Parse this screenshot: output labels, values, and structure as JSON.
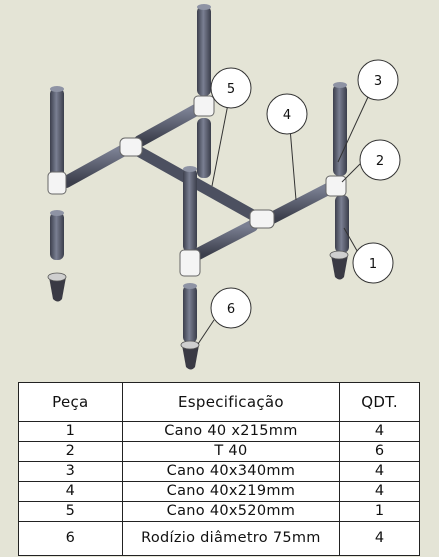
{
  "callouts": [
    "1",
    "2",
    "3",
    "4",
    "5",
    "6"
  ],
  "table": {
    "headers": [
      "Peça",
      "Especificação",
      "QDT."
    ],
    "rows": [
      {
        "peca": "1",
        "spec": "Cano 40 x215mm",
        "qty": "4"
      },
      {
        "peca": "2",
        "spec": "T 40",
        "qty": "6"
      },
      {
        "peca": "3",
        "spec": "Cano 40x340mm",
        "qty": "4"
      },
      {
        "peca": "4",
        "spec": "Cano 40x219mm",
        "qty": "4"
      },
      {
        "peca": "5",
        "spec": "Cano 40x520mm",
        "qty": "1"
      },
      {
        "peca": "6",
        "spec": "Rodízio diâmetro 75mm",
        "qty": "4"
      }
    ]
  },
  "colors": {
    "background": "#e4e4d6",
    "pipe": "#5e6273",
    "fitting": "#f4f4f4"
  }
}
